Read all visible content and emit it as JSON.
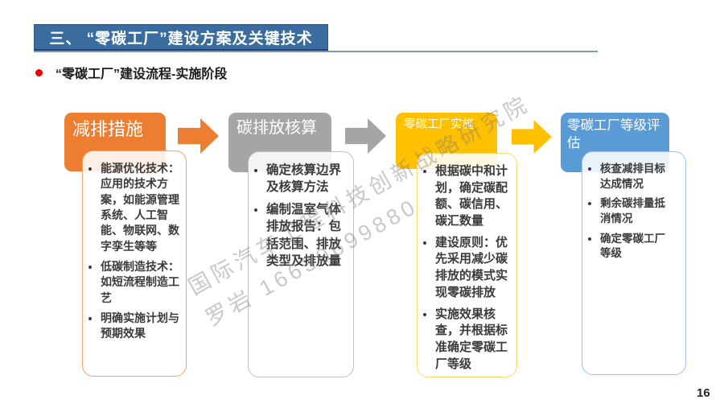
{
  "title": {
    "banner": "三、 “零碳工厂”建设方案及关键技术"
  },
  "subtitle": {
    "text": "“零碳工厂”建设流程-实施阶段"
  },
  "watermark": {
    "line1": "国际汽车工程科技创新战略研究院",
    "line2": "罗岩 16630699880"
  },
  "flow": {
    "stages": [
      {
        "title": "减排措施",
        "color": "#ED7D31",
        "border_color": "#F1A467",
        "bullets": [
          "能源优化技术：应用的技术方案，如能源管理系统、人工智能、物联网、数字孪生等等",
          "低碳制造技术：如短流程制造工艺",
          "明确实施计划与预期效果"
        ]
      },
      {
        "title": "碳排放核算",
        "color": "#A5A5A5",
        "border_color": "#BFBFBF",
        "bullets": [
          "确定核算边界及核算方法",
          "编制温室气体排放报告：包括范围、排放类型及排放量"
        ]
      },
      {
        "title": "零碳工厂实施",
        "color": "#FFC000",
        "border_color": "#FFD966",
        "bullets": [
          "根据碳中和计划，确定碳配额、碳信用、碳汇数量",
          "建设原则：优先采用减少碳排放的模式实现零碳排放",
          "实施效果核查，并根据标准确定零碳工厂等级"
        ]
      },
      {
        "title": "零碳工厂等级评估",
        "color": "#5B9BD5",
        "border_color": "#9DC3E6",
        "bullets": [
          "核查减排目标达成情况",
          "剩余碳排量抵消情况",
          "确定零碳工厂等级"
        ]
      }
    ],
    "arrow_colors": [
      "#ED7D31",
      "#A5A5A5",
      "#FFC000"
    ]
  },
  "page": {
    "number": "16"
  }
}
